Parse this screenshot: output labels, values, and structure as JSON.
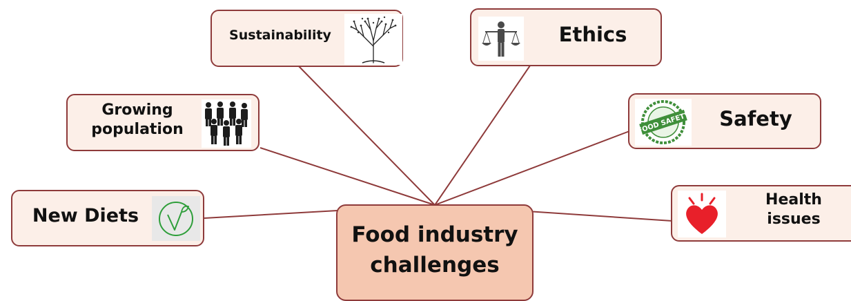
{
  "center": {
    "text_line1": "Food industry",
    "text_line2": "challenges"
  },
  "nodes": {
    "sustainability": {
      "label": "Sustainability",
      "icon": "tree-icon"
    },
    "ethics": {
      "label": "Ethics",
      "icon": "justice-scales-icon"
    },
    "growing_population": {
      "label_line1": "Growing",
      "label_line2": "population",
      "icon": "people-crowd-icon"
    },
    "safety": {
      "label": "Safety",
      "icon": "food-safety-seal-icon"
    },
    "new_diets": {
      "label": "New Diets",
      "icon": "vegan-v-icon"
    },
    "health_issues": {
      "label_line1": "Health",
      "label_line2": "issues",
      "icon": "heart-icon"
    }
  },
  "colors": {
    "node_fill": "#fcefe8",
    "center_fill": "#f5c7b0",
    "border": "#8e3a3a",
    "connector": "#8e3a3a",
    "heart": "#e8202a",
    "vegan_green": "#2e9e3a",
    "seal_green": "#3f8f3a"
  }
}
